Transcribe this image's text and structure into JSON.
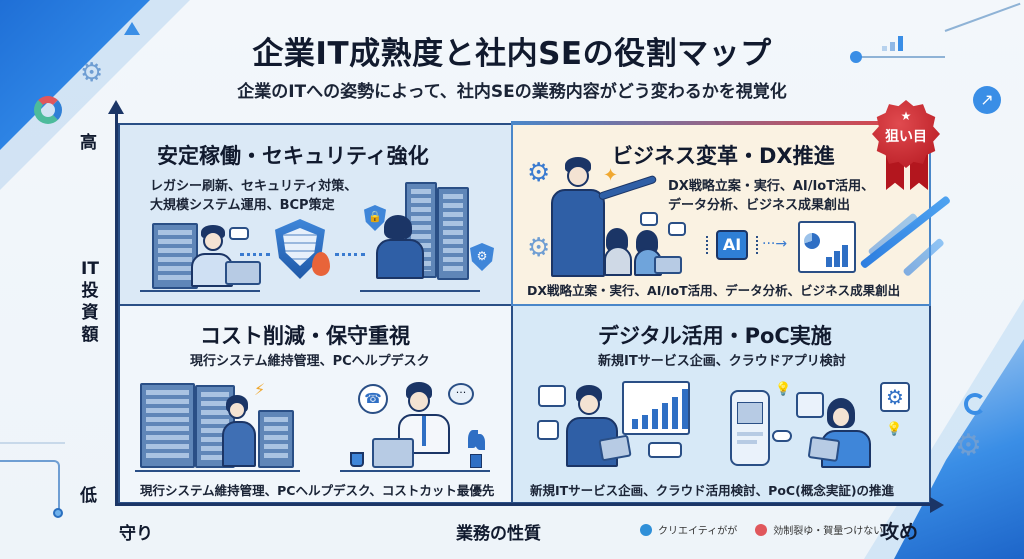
{
  "header": {
    "title": "企業IT成熟度と社内SEの役割マップ",
    "subtitle": "企業のITへの姿勢によって、社内SEの業務内容がどう変わるかを視覚化"
  },
  "axes": {
    "y": {
      "title": "IT投資額",
      "high": "高",
      "low": "低"
    },
    "x": {
      "title": "業務の性質",
      "left": "守り",
      "right": "攻め"
    }
  },
  "legend": [
    {
      "label": "クリエイティがが",
      "color": "#2f8fd8"
    },
    {
      "label": "効制裂ゆ・賀量つけない",
      "color": "#e0575c"
    }
  ],
  "quadrants": {
    "top_left": {
      "title": "安定稼働・セキュリティ強化",
      "desc_line1": "レガシー刷新、セキュリティ対策、",
      "desc_line2": "大規模システム運用、BCP策定",
      "bg_color": "#dbe9f6"
    },
    "top_right": {
      "title": "ビジネス変革・DX推進",
      "desc_line1": "DX戦略立案・実行、AI/IoT活用、",
      "desc_line2": "データ分析、ビジネス成果創出",
      "footer": "DX戦略立案・実行、AI/IoT活用、データ分析、ビジネス成果創出",
      "chip_label": "AI",
      "badge": {
        "label": "狙い目",
        "icon": "★",
        "color": "#c21d25"
      },
      "bg_color": "#faf2e2"
    },
    "bottom_left": {
      "title": "コスト削減・保守重視",
      "desc": "現行システム維持管理、PCヘルプデスク",
      "footer": "現行システム維持管理、PCヘルプデスク、コストカット最優先",
      "bg_color": "#f1f6fb"
    },
    "bottom_right": {
      "title": "デジタル活用・PoC実施",
      "desc": "新規ITサービス企画、クラウドアプリ検討",
      "footer": "新規ITサービス企画、クラウド活用検討、PoC(概念実証)の推進",
      "bg_color": "#d7e9f7"
    }
  },
  "colors": {
    "axis": "#1b3566",
    "accent_blue": "#2f7fd6",
    "accent_red": "#c21d25"
  }
}
